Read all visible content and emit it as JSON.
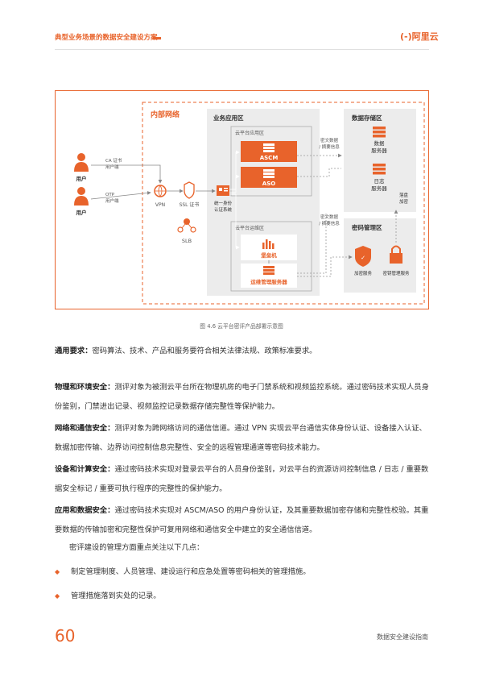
{
  "header": {
    "title": "典型业务场景的数据安全建设方案",
    "logo_text": "阿里云",
    "logo_bracket": "(-)"
  },
  "diagram": {
    "inner_network": "内部网络",
    "business_zone": "业务应用区",
    "cloud_app_zone": "云平台应用区",
    "cloud_ops_zone": "云平台运维区",
    "storage_zone": "数据存储区",
    "crypto_zone": "密码管理区",
    "user1_label": "用户",
    "user1_cert": "CA 证书",
    "user1_end": "用户端",
    "user2_label": "用户",
    "user2_cert": "OTP",
    "user2_end": "用户端",
    "vpn": "VPN",
    "ssl": "SSL 证书",
    "slb": "SLB",
    "auth_line1": "统一身份",
    "auth_line2": "认证系统",
    "asc": "ASCM",
    "aso": "ASO",
    "bastion": "堡垒机",
    "ops_server": "运维管理服务器",
    "data_server_1": "数据",
    "data_server_2": "服务器",
    "log_server_1": "日志",
    "log_server_2": "服务器",
    "encrypt_1": "密文数据",
    "encrypt_2": "/ 摘要信息",
    "disk_1": "落盘",
    "disk_2": "加密",
    "crypto_service": "加密服务",
    "key_service": "密钥管理服务"
  },
  "caption": "图 4.6 云平台密评产品部署示意图",
  "paragraphs": [
    {
      "label": "通用要求：",
      "text": "密码算法、技术、产品和服务要符合相关法律法规、政策标准要求。"
    },
    {
      "label": "物理和环境安全：",
      "text": "测评对象为被测云平台所在物理机房的电子门禁系统和视频监控系统。通过密码技术实现人员身份鉴别，门禁进出记录、视频监控记录数据存储完整性等保护能力。"
    },
    {
      "label": "网络和通信安全：",
      "text": "测评对象为跨网络访问的通信信道。通过 VPN 实现云平台通信实体身份认证、设备接入认证、数据加密传输、边界访问控制信息完整性、安全的远程管理通道等密码技术能力。"
    },
    {
      "label": "设备和计算安全：",
      "text": "通过密码技术实现对登录云平台的人员身份鉴别，对云平台的资源访问控制信息 / 日志 / 重要数据安全标记 / 重要可执行程序的完整性的保护能力。"
    },
    {
      "label": "应用和数据安全：",
      "text": "通过密码技术实现对 ASCM/ASO 的用户身份认证，及其重要数据加密存储和完整性校验。其重要数据的传输加密和完整性保护可复用网络和通信安全中建立的安全通信信道。"
    }
  ],
  "intro": "密评建设的管理方面重点关注以下几点：",
  "bullets": [
    "制定管理制度、人员管理、建设运行和应急处置等密码相关的管理措施。",
    "管理措施落到实处的记录。"
  ],
  "bullet_mark": "◆",
  "footer": {
    "page_number": "60",
    "book_title": "数据安全建设指南"
  },
  "colors": {
    "accent": "#e8632b",
    "zone_gray": "#ececec",
    "dashed": "#999999"
  }
}
